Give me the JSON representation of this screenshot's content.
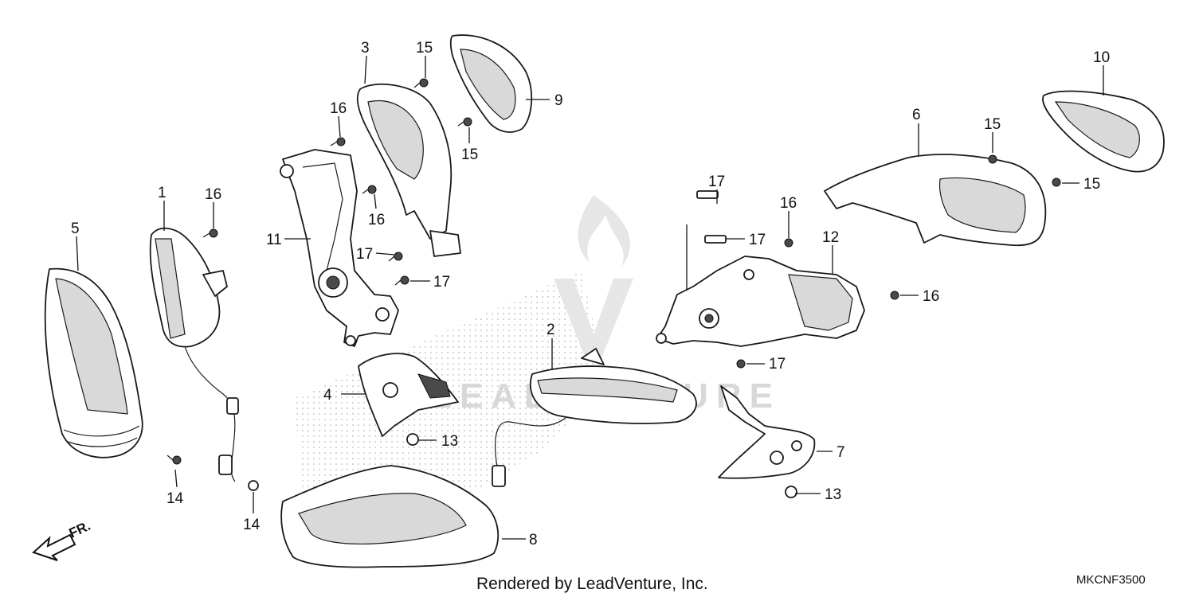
{
  "watermark": {
    "text": "LEADVENTURE"
  },
  "credit": "Rendered by LeadVenture, Inc.",
  "diagram_code": "MKCNF3500",
  "direction_label": "FR.",
  "callouts": [
    "1",
    "2",
    "3",
    "4",
    "5",
    "6",
    "7",
    "8",
    "9",
    "10",
    "11",
    "12",
    "13",
    "13",
    "14",
    "14",
    "15",
    "15",
    "15",
    "15",
    "16",
    "16",
    "16",
    "16",
    "16",
    "17",
    "17",
    "17",
    "17"
  ]
}
